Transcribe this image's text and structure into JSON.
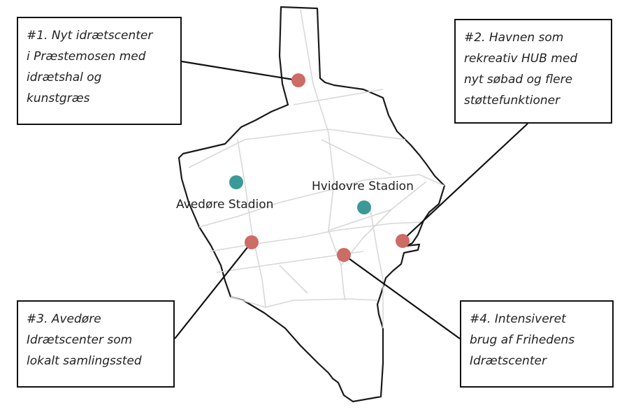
{
  "colors": {
    "facility_marker": "#cd6b67",
    "station_marker": "#3a9a97",
    "outline": "#1a1a1a",
    "roads": "#d8d8d8"
  },
  "stations": [
    {
      "name": "Avedøre Stadion"
    },
    {
      "name": "Hvidovre Stadion"
    }
  ],
  "callouts": [
    {
      "lines": [
        "#1. Nyt idrætscenter",
        "i Præstemosen med",
        "idrætshal og",
        "kunstgræs"
      ]
    },
    {
      "lines": [
        "#2. Havnen som",
        "rekreativ HUB med",
        "nyt søbad og flere",
        "støttefunktioner"
      ]
    },
    {
      "lines": [
        "#3. Avedøre",
        "Idrætscenter som",
        "lokalt samlingssted"
      ]
    },
    {
      "lines": [
        "#4. Intensiveret",
        "brug af Frihedens",
        "Idrætscenter"
      ]
    }
  ]
}
